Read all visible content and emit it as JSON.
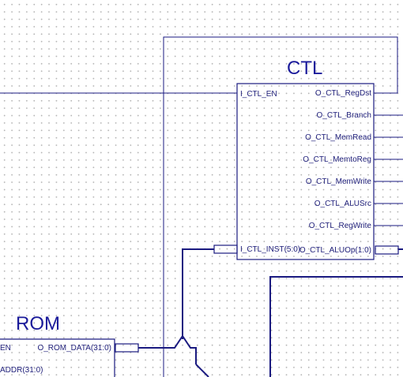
{
  "ctl": {
    "title": "CTL",
    "in_en": "I_CTL_EN",
    "in_inst": "I_CTL_INST(5:0)",
    "outputs": [
      "O_CTL_RegDst",
      "O_CTL_Branch",
      "O_CTL_MemRead",
      "O_CTL_MemtoReg",
      "O_CTL_MemWrite",
      "O_CTL_ALUSrc",
      "O_CTL_RegWrite",
      "O_CTL_ALUOp(1:0)"
    ]
  },
  "rom": {
    "title": "ROM",
    "in_en": "EN",
    "out_data": "O_ROM_DATA(31:0)",
    "in_addr": "ADDR(31:0)"
  },
  "colors": {
    "wire": "#1a1a80",
    "title": "#1a1a9a",
    "pin_text": "#1f1f7a",
    "grid_dot": "#b5b5b5"
  }
}
